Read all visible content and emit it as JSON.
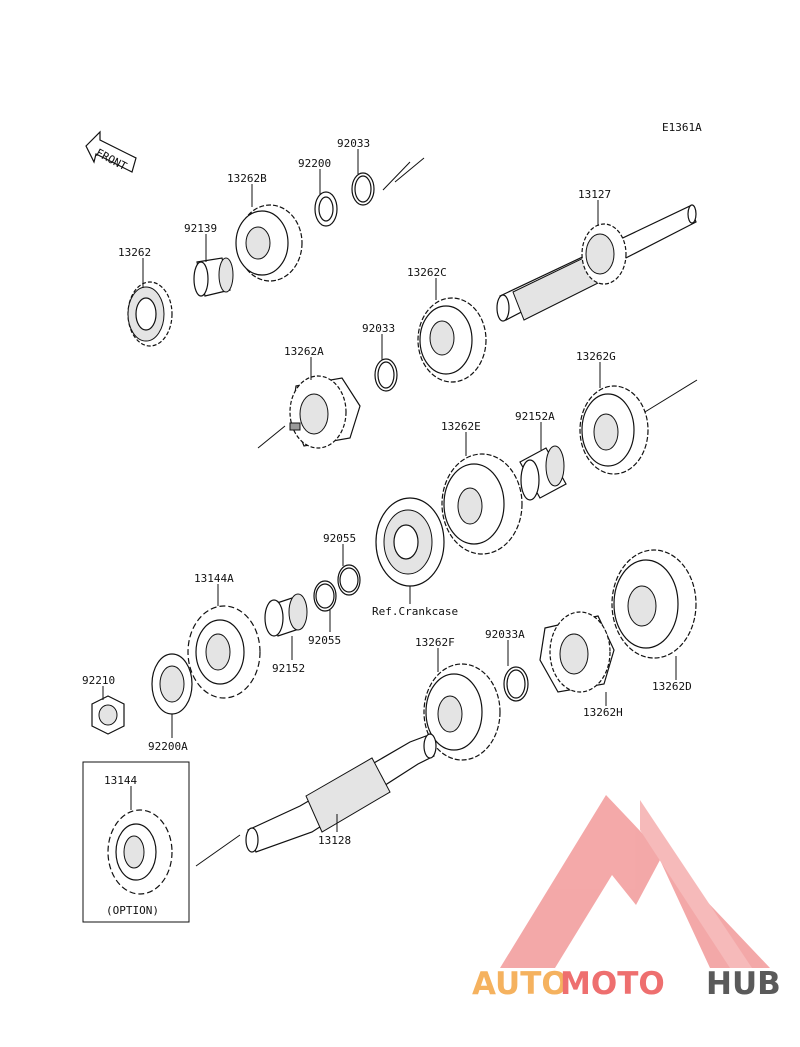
{
  "diagram": {
    "ref_code": "E1361A",
    "front_label": "FRONT",
    "parts": {
      "p13262": "13262",
      "p92139": "92139",
      "p13262B": "13262B",
      "p92200": "92200",
      "p92033": "92033",
      "p13127": "13127",
      "p13262C": "13262C",
      "p92033_b": "92033",
      "p13262A": "13262A",
      "p13262G": "13262G",
      "p92152A": "92152A",
      "p13262E": "13262E",
      "p92055_top": "92055",
      "p92055_bot": "92055",
      "ref_crankcase": "Ref.Crankcase",
      "p13144A": "13144A",
      "p92152": "92152",
      "p92210": "92210",
      "p92200A": "92200A",
      "p13262F": "13262F",
      "p92033A": "92033A",
      "p13262H": "13262H",
      "p13262D": "13262D",
      "p13128": "13128",
      "p13144": "13144",
      "option": "(OPTION)"
    }
  },
  "watermark": {
    "part1": "AUTO",
    "part2": "MOTO",
    "part3": "HUB",
    "colors": {
      "auto": "#f5b25f",
      "moto": "#ee6f6f",
      "hub": "#5a5a5a",
      "logo": "#f08c8c"
    }
  }
}
